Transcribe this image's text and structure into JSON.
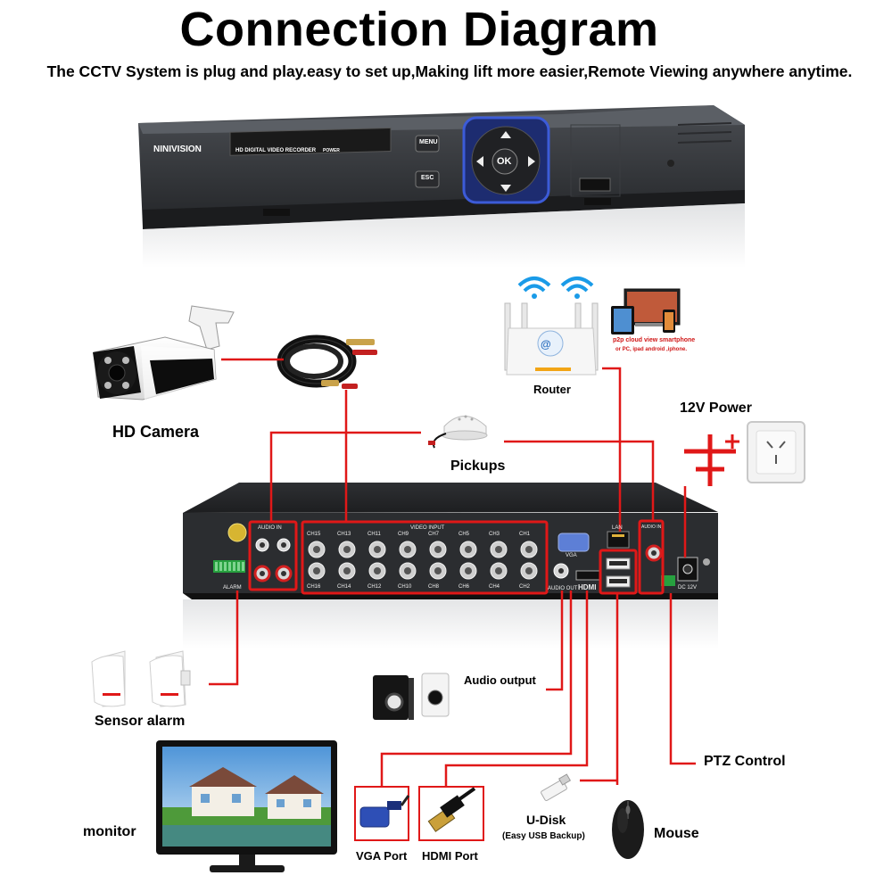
{
  "header": {
    "title": "Connection Diagram",
    "subtitle": "The CCTV System is plug and play.easy to set up,Making lift more easier,Remote Viewing anywhere anytime."
  },
  "dvr_front": {
    "brand": "NINIVISION",
    "model_label": "HD DIGITAL VIDEO RECORDER",
    "power_label": "POWER",
    "menu_button": "MENU",
    "esc_button": "ESC",
    "ok_button": "OK"
  },
  "dvr_back": {
    "audio_in_label": "AUDIO IN",
    "video_input_label": "VIDEO INPUT",
    "channels_top": [
      "CH15",
      "CH13",
      "CH11",
      "CH9",
      "CH7",
      "CH5",
      "CH3",
      "CH1"
    ],
    "channels_bottom": [
      "CH16",
      "CH14",
      "CH12",
      "CH10",
      "CH8",
      "CH6",
      "CH4",
      "CH2"
    ],
    "vga_label": "VGA",
    "lan_label": "LAN",
    "audio_out_label": "AUDIO OUT",
    "hdmi_label": "HDMI",
    "audio_in_right_label": "AUDIO IN",
    "dc_label": "DC 12V",
    "alarm_label": "ALARM"
  },
  "labels": {
    "hd_camera": "HD Camera",
    "router": "Router",
    "p2p_line1": "p2p cloud   view smartphone",
    "p2p_line2": "or PC, ipad android ,iphone.",
    "power_12v": "12V Power",
    "pickups": "Pickups",
    "sensor_alarm": "Sensor alarm",
    "audio_output": "Audio output",
    "ptz_control": "PTZ Control",
    "monitor": "monitor",
    "vga_port": "VGA Port",
    "hdmi_port": "HDMI Port",
    "u_disk": "U-Disk",
    "u_disk_note": "(Easy USB Backup)",
    "mouse": "Mouse"
  },
  "colors": {
    "connector_line": "#e01818",
    "highlight_box": "#e01818",
    "dvr_body": "#3a3d42",
    "dvr_back": "#26282b"
  }
}
